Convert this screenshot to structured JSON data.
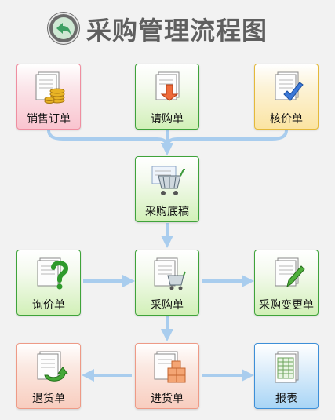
{
  "header": {
    "title": "采购管理流程图",
    "back_icon": "back-arrow-icon"
  },
  "colors": {
    "arrow": "#a9cdee",
    "title": "#5f5f5f"
  },
  "nodes": {
    "sales_order": {
      "label": "销售订单",
      "icon": "coins-document-icon"
    },
    "purchase_request": {
      "label": "请购单",
      "icon": "hand-document-icon"
    },
    "price_check": {
      "label": "核价单",
      "icon": "checkmark-document-icon"
    },
    "purchase_draft": {
      "label": "采购底稿",
      "icon": "shopping-cart-icon"
    },
    "inquiry": {
      "label": "询价单",
      "icon": "question-document-icon"
    },
    "purchase_order": {
      "label": "采购单",
      "icon": "cart-document-icon"
    },
    "purchase_change": {
      "label": "采购变更单",
      "icon": "pencil-document-icon"
    },
    "return_order": {
      "label": "退货单",
      "icon": "return-arrow-document-icon"
    },
    "receipt": {
      "label": "进货单",
      "icon": "boxes-document-icon"
    },
    "report": {
      "label": "报表",
      "icon": "spreadsheet-report-icon"
    }
  }
}
